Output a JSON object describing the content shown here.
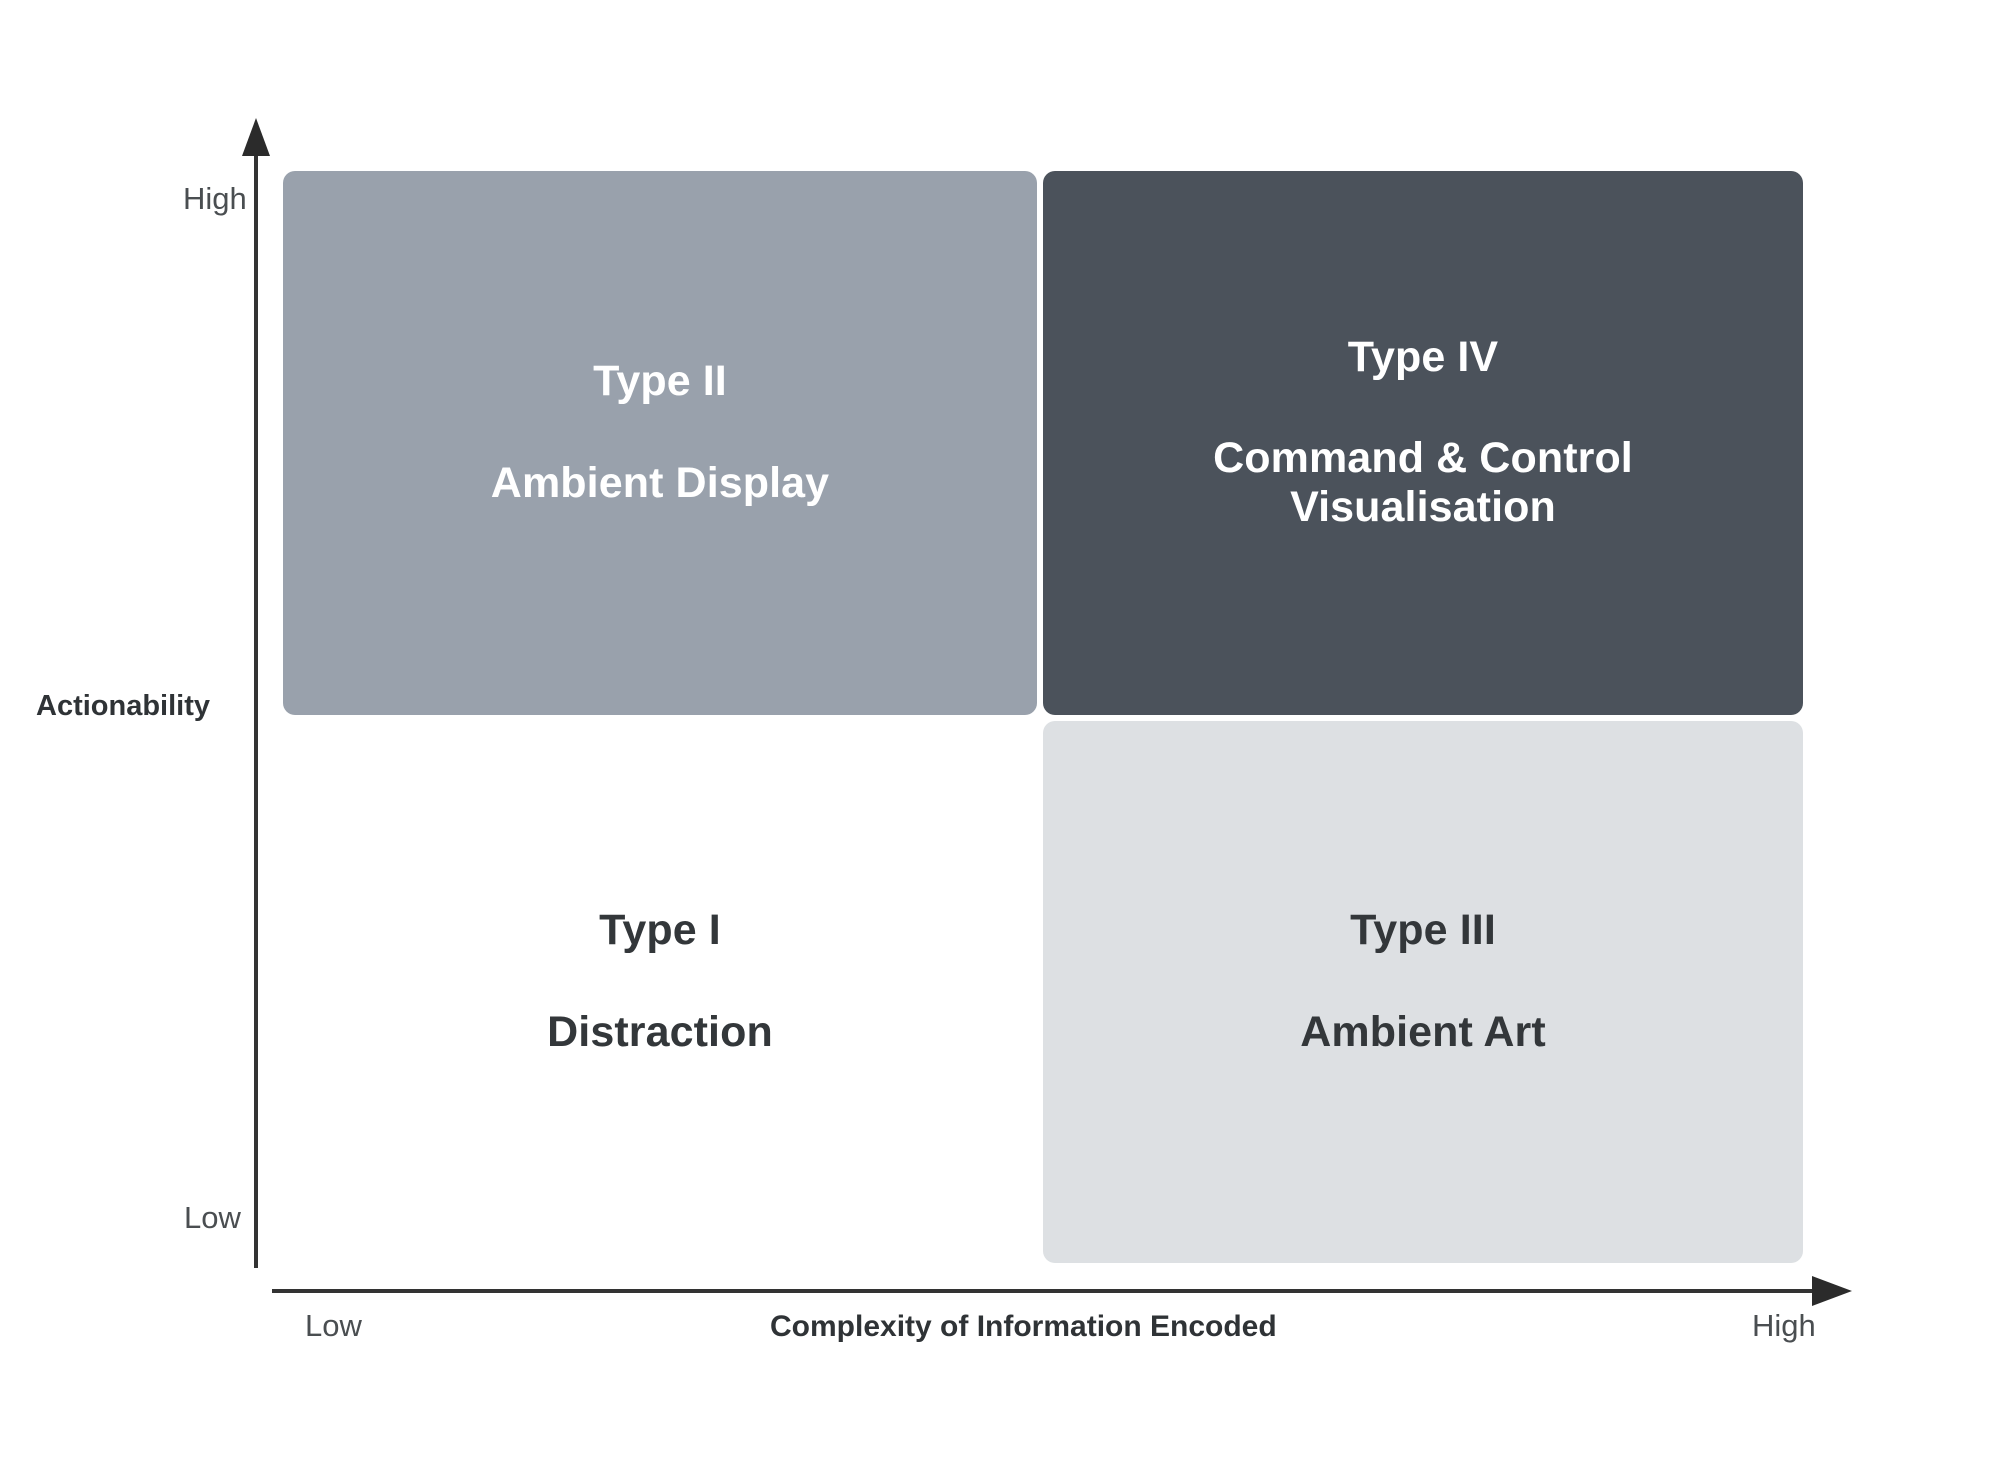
{
  "diagram": {
    "type": "2x2-matrix",
    "x_axis": {
      "title": "Complexity of Information Encoded",
      "low_label": "Low",
      "high_label": "High"
    },
    "y_axis": {
      "title": "Actionability",
      "low_label": "Low",
      "high_label": "High"
    },
    "colors": {
      "type_i_fill": "#ffffff",
      "type_ii_fill": "#99a1ac",
      "type_iii_fill": "#dde0e3",
      "type_iv_fill": "#4b525b",
      "dark_text": "#33373a",
      "light_text": "#ffffff",
      "axis_line": "#333333"
    },
    "quadrants": [
      {
        "id": "type-i",
        "title": "Type I",
        "subtitle": "Distraction",
        "x_position": "low",
        "y_position": "low"
      },
      {
        "id": "type-ii",
        "title": "Type II",
        "subtitle": "Ambient Display",
        "x_position": "low",
        "y_position": "high"
      },
      {
        "id": "type-iii",
        "title": "Type III",
        "subtitle": "Ambient Art",
        "x_position": "high",
        "y_position": "low"
      },
      {
        "id": "type-iv",
        "title": "Type IV",
        "subtitle_line1": "Command & Control",
        "subtitle_line2": "Visualisation",
        "x_position": "high",
        "y_position": "high"
      }
    ]
  }
}
